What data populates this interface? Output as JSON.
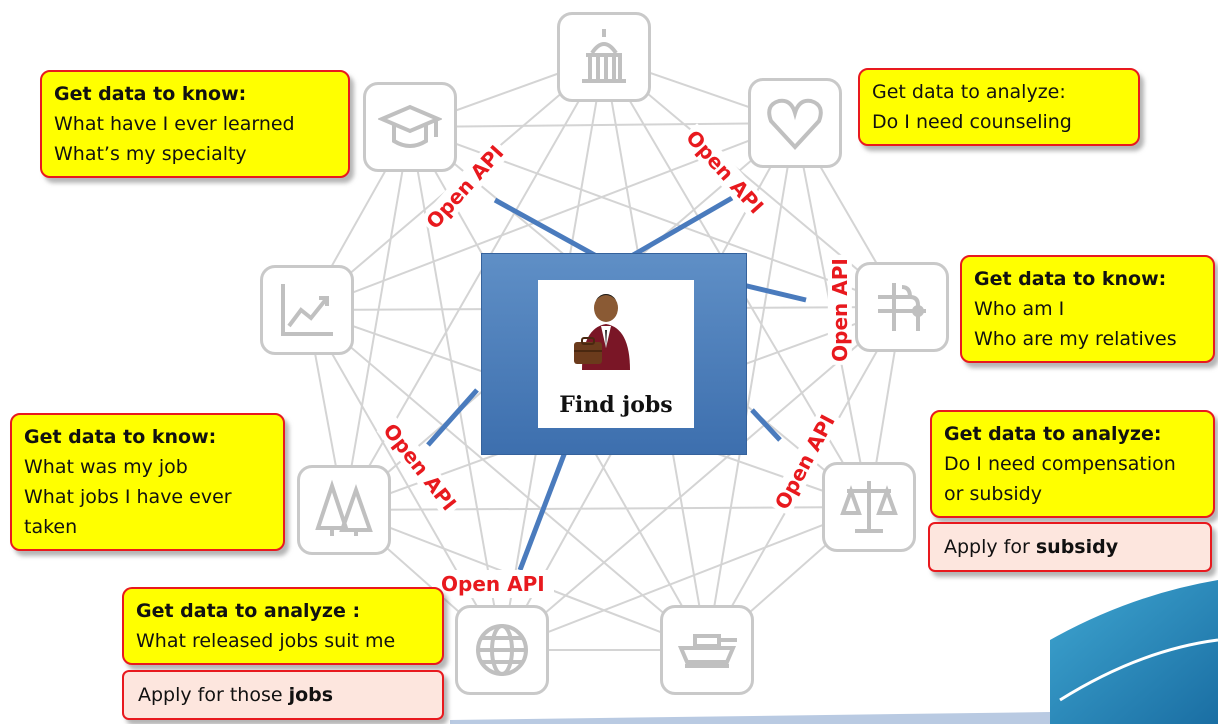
{
  "center": {
    "label": "Find jobs",
    "icon": "businessman-briefcase-icon"
  },
  "api_label": "Open API",
  "nodes": [
    {
      "id": "government",
      "icon": "capitol-building-icon"
    },
    {
      "id": "health",
      "icon": "heart-icon"
    },
    {
      "id": "family",
      "icon": "family-tree-icon"
    },
    {
      "id": "justice",
      "icon": "scales-icon"
    },
    {
      "id": "military",
      "icon": "tank-icon"
    },
    {
      "id": "world",
      "icon": "globe-icon"
    },
    {
      "id": "forestry",
      "icon": "trees-icon"
    },
    {
      "id": "economy",
      "icon": "growth-chart-icon"
    },
    {
      "id": "education",
      "icon": "graduation-cap-icon"
    }
  ],
  "callouts": {
    "education": {
      "heading": "Get data to know:",
      "lines": [
        "What have I ever learned",
        "What’s my specialty"
      ]
    },
    "health": {
      "heading": "Get data to analyze:",
      "lines": [
        "Do I need counseling"
      ]
    },
    "family": {
      "heading": "Get data to know:",
      "lines": [
        "Who am I",
        "Who are my relatives"
      ]
    },
    "justice": {
      "heading": "Get data to analyze:",
      "lines": [
        "Do I need compensation",
        "or subsidy"
      ]
    },
    "forestry": {
      "heading": "Get data to know:",
      "lines": [
        "What was my job",
        "What jobs I have ever taken"
      ]
    },
    "world": {
      "heading": "Get data to analyze :",
      "lines": [
        "What released jobs suit me"
      ]
    }
  },
  "actions": {
    "justice": {
      "prefix": "Apply for ",
      "bold": "subsidy"
    },
    "world": {
      "prefix": "Apply for those ",
      "bold": "jobs"
    }
  },
  "colors": {
    "callout_fill": "#ffff00",
    "callout_border": "#e8191e",
    "action_fill": "#fde6de",
    "api_text": "#e8191e",
    "api_line": "#4a7bbd",
    "node_border": "#c9c9c9"
  }
}
